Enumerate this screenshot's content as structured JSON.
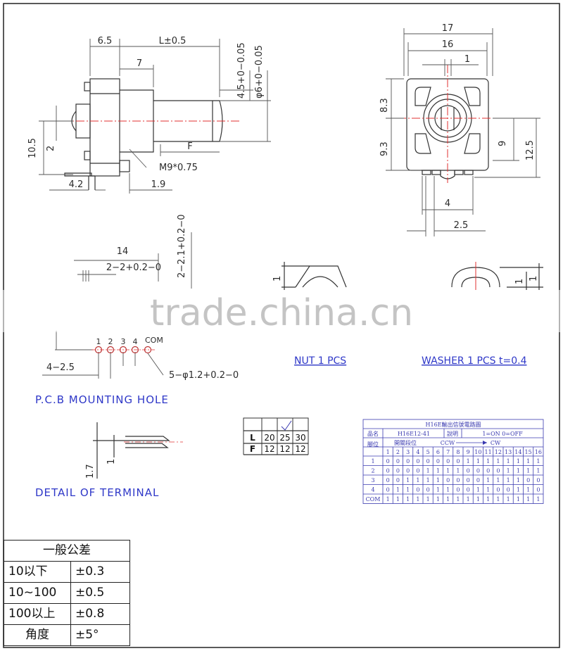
{
  "dims": {
    "d65": "6.5",
    "dL": "L±0.5",
    "d7": "7",
    "d45": "4.5+0−0.05",
    "d6": "φ6+0−0.05",
    "d105": "10.5",
    "d2": "2",
    "dF": "F",
    "dM9": "M9*0.75",
    "d42": "4.2",
    "d19": "1.9",
    "d17": "17",
    "d16": "16",
    "d1": "1",
    "d83": "8.3",
    "d93": "9.3",
    "d9": "9",
    "d125": "12.5",
    "d4": "4",
    "d25": "2.5",
    "d14": "14",
    "d22": "2−2+0.2−0",
    "d21": "2−2.1+0.2−0",
    "d425": "4−2.5",
    "d512": "5−φ1.2+0.2−0",
    "p1": "1",
    "p2": "2",
    "p3": "3",
    "p4": "4",
    "pcom": "COM",
    "nut1": "1",
    "wash1": "1",
    "wash1b": "1",
    "t17": "1.7",
    "t1": "1"
  },
  "captions": {
    "pcb": "P.C.B MOUNTING HOLE",
    "nut": "NUT 1 PCS",
    "washer": "WASHER 1 PCS t=0.4",
    "terminal": "DETAIL OF TERMINAL"
  },
  "lf_table": {
    "rows": [
      [
        "L",
        "20",
        "25",
        "30"
      ],
      [
        "F",
        "12",
        "12",
        "12"
      ]
    ]
  },
  "code_table": {
    "title": "H16E輸出信號電路圖",
    "label_name": "品名",
    "model": "H16E12-41",
    "label_note": "說明",
    "note": "1=ON  0=OFF",
    "label_pos": "腳位",
    "label_step": "開關段位",
    "ccw": "CCW",
    "cw": "CW",
    "steps": [
      "1",
      "2",
      "3",
      "4",
      "5",
      "6",
      "7",
      "8",
      "9",
      "10",
      "11",
      "12",
      "13",
      "14",
      "15",
      "16"
    ],
    "rows": [
      {
        "pin": "1",
        "bits": [
          "0",
          "0",
          "0",
          "0",
          "0",
          "0",
          "0",
          "0",
          "1",
          "1",
          "1",
          "1",
          "1",
          "1",
          "1",
          "1"
        ]
      },
      {
        "pin": "2",
        "bits": [
          "0",
          "0",
          "0",
          "0",
          "1",
          "1",
          "1",
          "1",
          "0",
          "0",
          "0",
          "0",
          "1",
          "1",
          "1",
          "1"
        ]
      },
      {
        "pin": "3",
        "bits": [
          "0",
          "0",
          "1",
          "1",
          "1",
          "1",
          "0",
          "0",
          "0",
          "0",
          "1",
          "1",
          "1",
          "1",
          "0",
          "0"
        ]
      },
      {
        "pin": "4",
        "bits": [
          "0",
          "1",
          "1",
          "0",
          "0",
          "1",
          "1",
          "0",
          "0",
          "1",
          "1",
          "0",
          "0",
          "1",
          "1",
          "0"
        ]
      },
      {
        "pin": "COM",
        "bits": [
          "1",
          "1",
          "1",
          "1",
          "1",
          "1",
          "1",
          "1",
          "1",
          "1",
          "1",
          "1",
          "1",
          "1",
          "1",
          "1"
        ]
      }
    ]
  },
  "tolerance": {
    "title": "一般公差",
    "rows": [
      [
        "10以下",
        "±0.3"
      ],
      [
        "10~100",
        "±0.5"
      ],
      [
        "100以上",
        "±0.8"
      ],
      [
        "角度",
        "±5°"
      ]
    ]
  },
  "watermark": "trade.china.cn"
}
